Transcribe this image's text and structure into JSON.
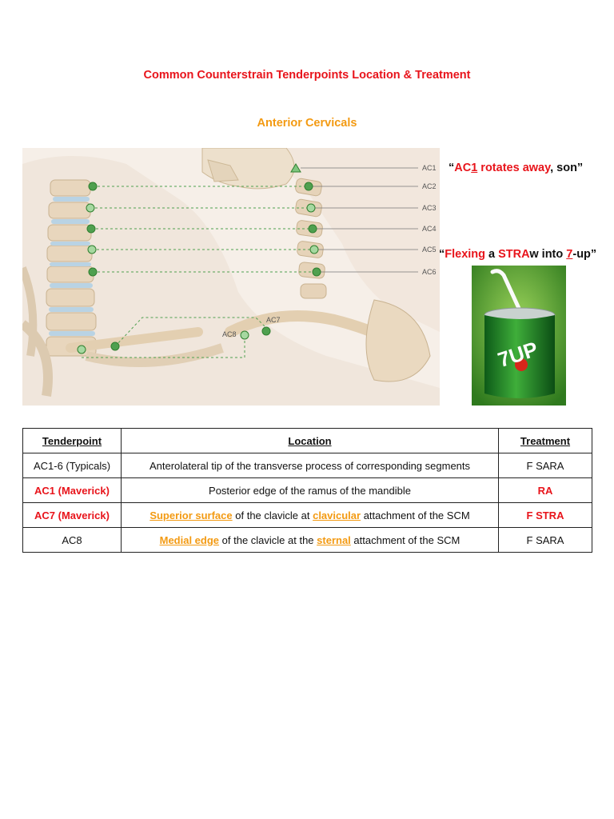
{
  "title": "Common Counterstrain Tenderpoints Location & Treatment",
  "subtitle": "Anterior Cervicals",
  "figure": {
    "labels": [
      "AC1",
      "AC2",
      "AC3",
      "AC4",
      "AC5",
      "AC6",
      "AC7",
      "AC8"
    ]
  },
  "mnemonic1": {
    "q1": "“",
    "ac": "AC",
    "one": "1",
    "rot": " rotates away",
    "rest": ", son”"
  },
  "mnemonic2": {
    "q1": "“",
    "flex": "Flexing",
    "a": " a ",
    "stra": "STRA",
    "w": "w into ",
    "seven": "7",
    "up": "-up”"
  },
  "table": {
    "headers": [
      "Tenderpoint",
      "Location",
      "Treatment"
    ],
    "rows": [
      {
        "point": "AC1-6 (Typicals)",
        "location": "Anterolateral tip of the transverse process of corresponding segments",
        "treatment": "F SARA"
      },
      {
        "point": "AC1 (Maverick)",
        "location": "Posterior edge of the ramus of the mandible",
        "treatment": "RA"
      },
      {
        "point": "AC7 (Maverick)",
        "loc_a": "Superior surface",
        "loc_b": " of the clavicle at ",
        "loc_c": "clavicular",
        "loc_d": " attachment of the SCM",
        "treatment": "F STRA"
      },
      {
        "point": "AC8",
        "loc_a": "Medial edge",
        "loc_b": " of the clavicle at the ",
        "loc_c": "sternal",
        "loc_d": " attachment of the SCM",
        "treatment": "F SARA"
      }
    ]
  },
  "can_label": "7UP",
  "colors": {
    "red": "#e8141b",
    "orange": "#f39a12",
    "green": "#3d9a3d"
  }
}
